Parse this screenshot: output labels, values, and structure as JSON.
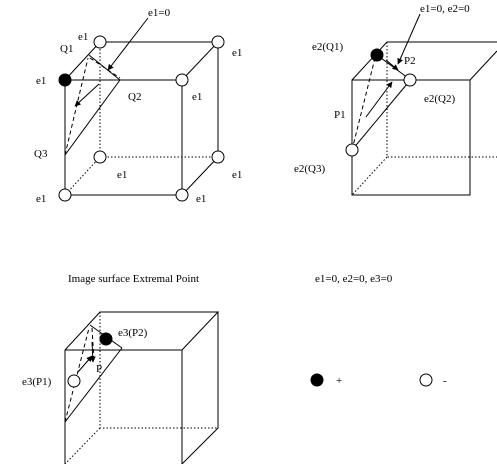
{
  "panel1": {
    "annotation": "e1=0",
    "labels": {
      "back_top_left": "e1",
      "back_top_right": "e1",
      "front_top_left": "e1",
      "front_top_right": "e1",
      "back_bottom": "e1",
      "back_bottom_right": "e1",
      "front_bottom_left": "e1",
      "front_bottom_right": "e1"
    },
    "points": {
      "q1": "Q1",
      "q2": "Q2",
      "q3": "Q3"
    }
  },
  "panel2": {
    "annotation": "e1=0, e2=0",
    "labels": {
      "e2_q1": "e2(Q1)",
      "p2": "P2",
      "e2_q2": "e2(Q2)",
      "p1": "P1",
      "e2_q3": "e2(Q3)"
    }
  },
  "panel3": {
    "title": "Image surface Extremal Point",
    "labels": {
      "e3_p2": "e3(P2)",
      "e3_p1": "e3(P1)",
      "p": "P"
    }
  },
  "legend": {
    "condition": "e1=0, e2=0, e3=0",
    "plus": "+",
    "minus": "-"
  }
}
